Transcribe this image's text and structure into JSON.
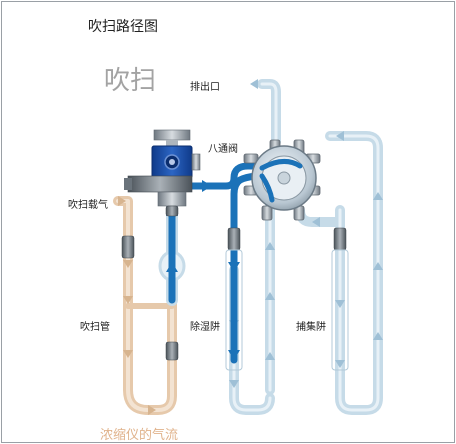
{
  "diagram": {
    "title": "吹扫路径图",
    "mode_label": "吹扫",
    "labels": {
      "outlet": "排出口",
      "eight_port_valve": "八通阀",
      "purge_carrier_gas": "吹扫载气",
      "purge_tube": "吹扫管",
      "dryer_trap": "除湿阱",
      "capture_trap": "捕集阱",
      "concentrator_flow": "浓缩仪的气流"
    },
    "colors": {
      "tube_blue": "#c6dbe8",
      "flow_blue": "#1b72b8",
      "tube_tan": "#e6c9ab",
      "valve_blue": "#1d4fa5",
      "grey_metal": "#9aa3ad"
    }
  }
}
